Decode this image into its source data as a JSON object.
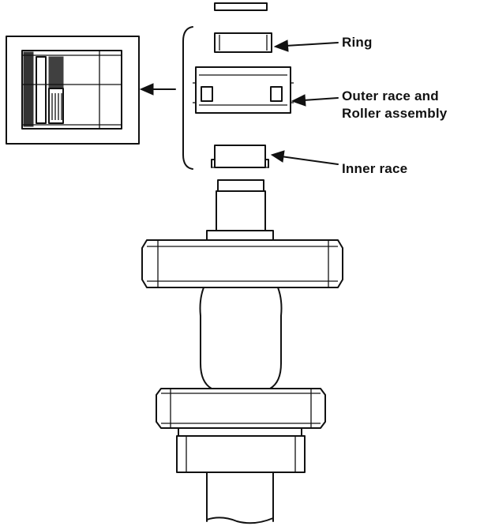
{
  "labels": {
    "ring": "Ring",
    "outer_race_line1": "Outer race and",
    "outer_race_line2": "Roller assembly",
    "inner_race": "Inner race"
  }
}
